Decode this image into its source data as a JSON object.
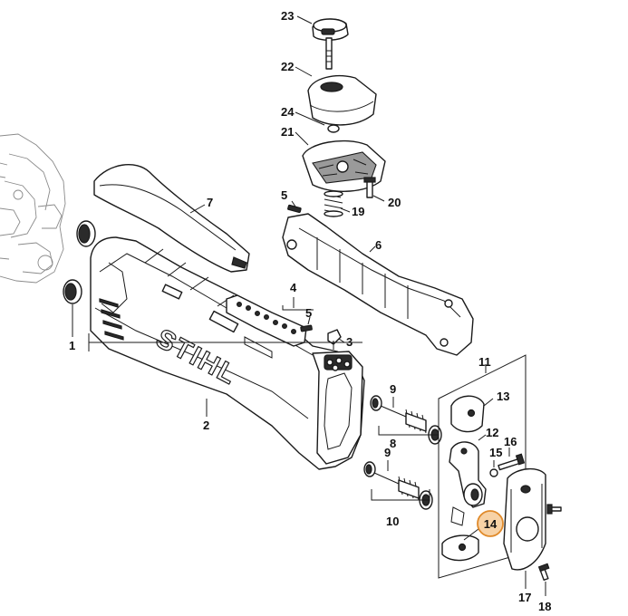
{
  "diagram": {
    "brand_text": "STIHL",
    "highlight_color": "#f7d2a6",
    "highlight_stroke": "#e08a2a",
    "callouts": {
      "c1": "1",
      "c2": "2",
      "c3": "3",
      "c4": "4",
      "c5a": "5",
      "c5b": "5",
      "c6": "6",
      "c7": "7",
      "c8": "8",
      "c9a": "9",
      "c9b": "9",
      "c10": "10",
      "c11": "11",
      "c12": "12",
      "c13": "13",
      "c14": "14",
      "c15": "15",
      "c16": "16",
      "c17": "17",
      "c18": "18",
      "c19": "19",
      "c20": "20",
      "c21": "21",
      "c22": "22",
      "c23": "23",
      "c24": "24"
    }
  }
}
